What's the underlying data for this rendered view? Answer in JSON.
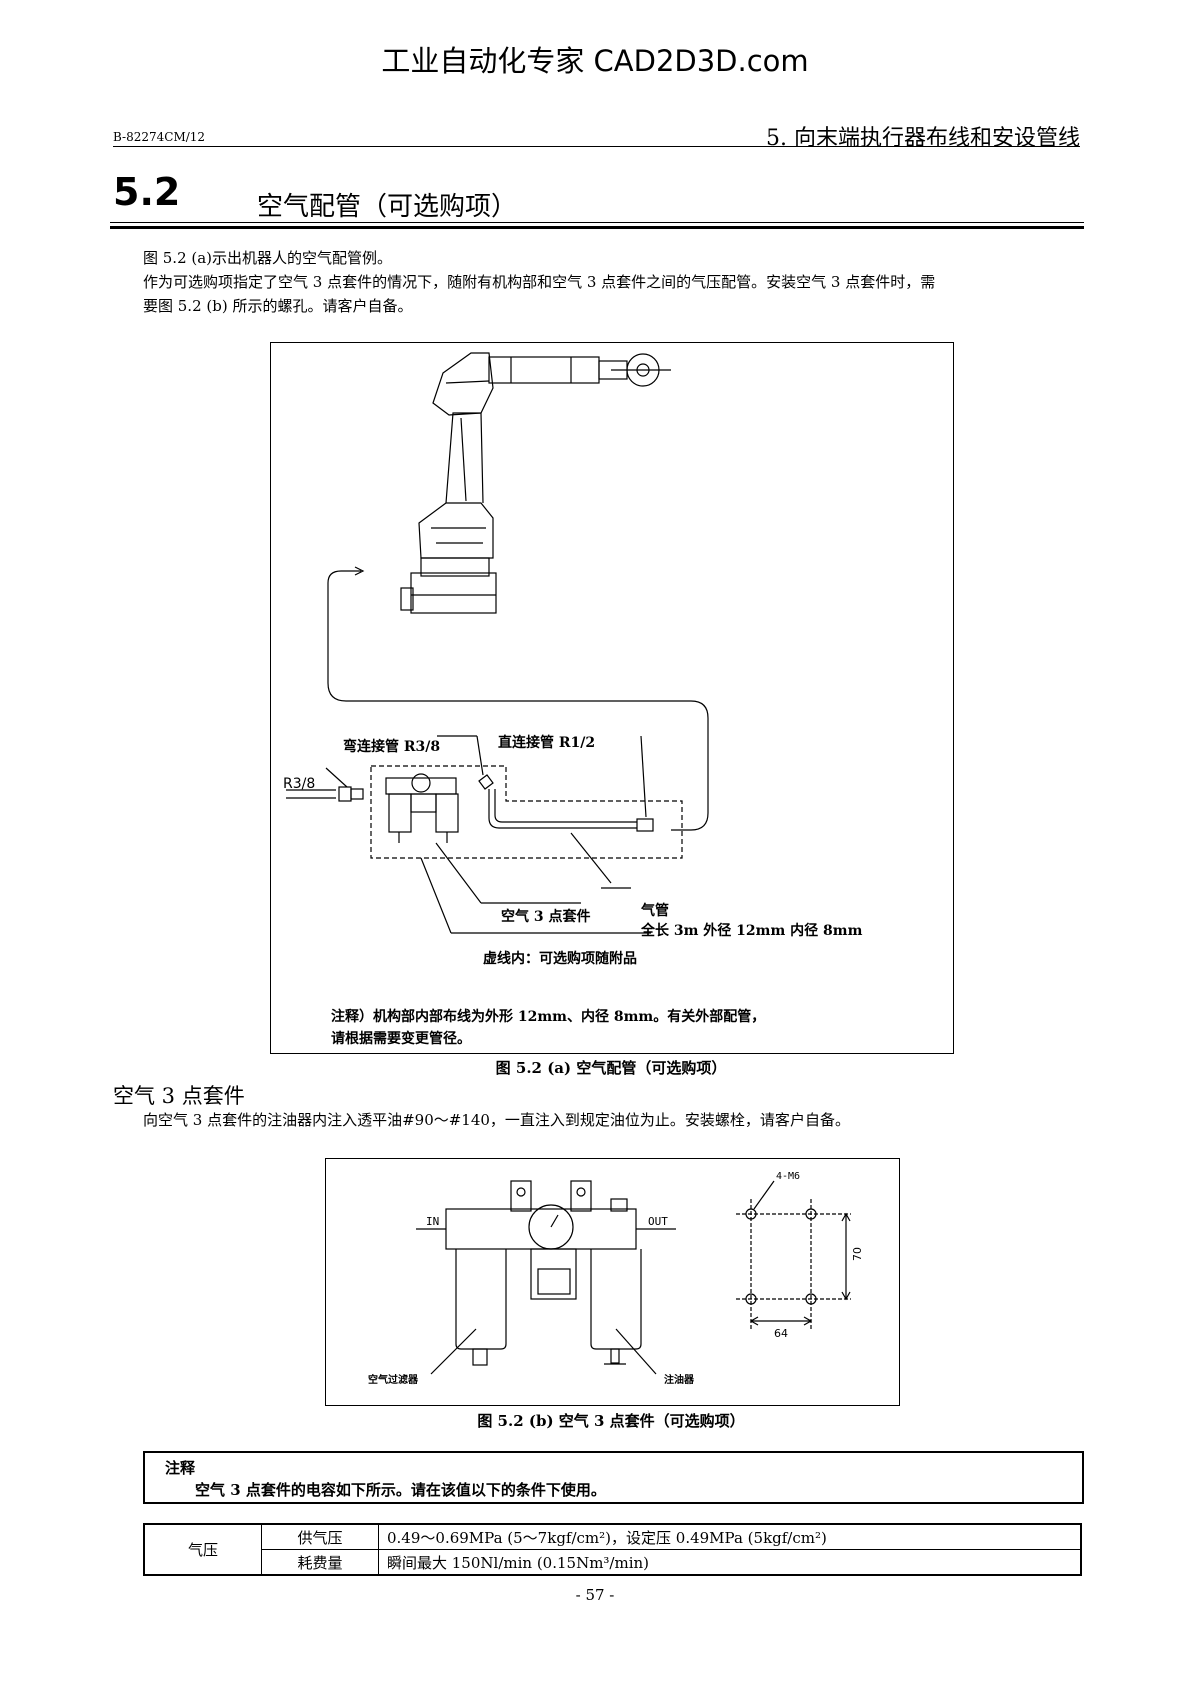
{
  "watermark": "工业自动化专家 CAD2D3D.com",
  "header": {
    "doc_id": "B-82274CM/12",
    "chapter": "5. 向末端执行器布线和安设管线"
  },
  "section": {
    "number": "5.2",
    "title": "空气配管（可选购项）"
  },
  "intro": {
    "line1": "图 5.2 (a)示出机器人的空气配管例。",
    "line2": "作为可选购项指定了空气 3 点套件的情况下，随附有机构部和空气 3 点套件之间的气压配管。安装空气 3 点套件时，需",
    "line3": "要图 5.2 (b)  所示的螺孔。请客户自备。"
  },
  "figure_a": {
    "label_elbow": "弯连接管 R3/8",
    "label_straight": "直连接管 R1/2",
    "label_r38": "R3/8",
    "label_kit": "空气 3 点套件",
    "label_tube": "气管",
    "label_tube_spec": "全长 3m 外径 12mm    内径 8mm",
    "label_dashed": "虚线内：可选购项随附品",
    "note_line1": "注释）机构部内部布线为外形 12mm、内径 8mm。有关外部配管，",
    "note_line2": "请根据需要变更管径。",
    "caption": "图 5.2 (a)  空气配管（可选购项）"
  },
  "subsection": {
    "title": "空气 3 点套件",
    "text": "向空气 3 点套件的注油器内注入透平油#90～#140，一直注入到规定油位为止。安装螺栓，请客户自备。"
  },
  "figure_b": {
    "label_in": "IN",
    "label_out": "OUT",
    "label_holes": "4-M6",
    "dim_height": "70",
    "dim_width": "64",
    "label_filter": "空气过滤器",
    "label_lubricator": "注油器",
    "caption": "图 5.2 (b)  空气 3 点套件（可选购项）"
  },
  "note": {
    "title": "注释",
    "text": "空气 3 点套件的电容如下所示。请在该值以下的条件下使用。"
  },
  "spec_table": {
    "group": "气压",
    "row1_label": "供气压",
    "row1_value": "0.49～0.69MPa (5～7kgf/cm²)，设定压 0.49MPa (5kgf/cm²)",
    "row2_label": "耗费量",
    "row2_value": "瞬间最大    150Nl/min (0.15Nm³/min)"
  },
  "page_number": "- 57 -"
}
